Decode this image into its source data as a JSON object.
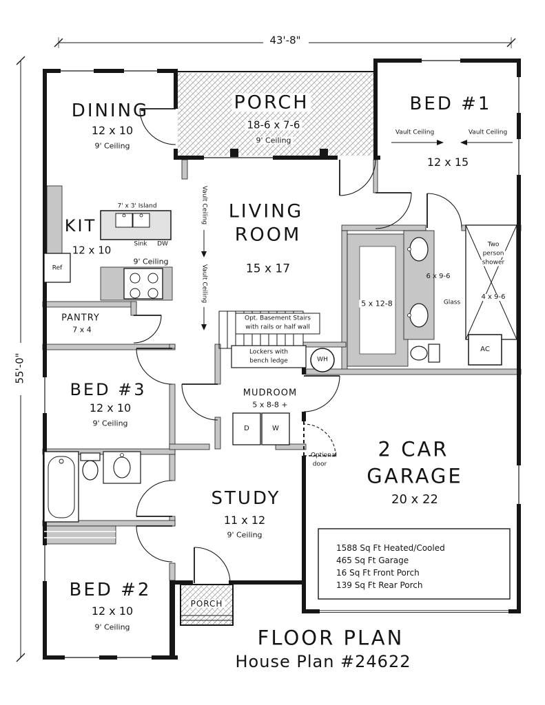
{
  "dimensions": {
    "overall_width": "43'-8\"",
    "overall_height": "55'-0\""
  },
  "title": {
    "line1": "FLOOR PLAN",
    "line2": "House Plan #24622"
  },
  "rooms": {
    "dining": {
      "name": "DINING",
      "size": "12 x 10",
      "ceiling": "9' Ceiling"
    },
    "rear_porch": {
      "name": "PORCH",
      "size": "18-6 x 7-6",
      "ceiling": "9' Ceiling"
    },
    "bed1": {
      "name": "BED #1",
      "size": "12 x 15",
      "vault_left": "Vault Ceiling",
      "vault_right": "Vault Ceiling"
    },
    "kitchen": {
      "name": "KIT",
      "size": "12 x 10",
      "ceiling": "9' Ceiling",
      "island": "7' x 3' Island",
      "sink": "Sink",
      "dishwasher": "DW",
      "fridge": "Ref"
    },
    "living": {
      "name_line1": "LIVING",
      "name_line2": "ROOM",
      "size": "15 x 17",
      "vault1": "Vault Ceiling",
      "vault2": "Vault Ceiling"
    },
    "pantry": {
      "name": "PANTRY",
      "size": "7 x 4"
    },
    "stairs": {
      "line1": "Opt. Basement Stairs",
      "line2": "with rails or half wall"
    },
    "master_bath": {
      "closet_size": "5 x 12-8",
      "bath_size": "6 x 9-6",
      "shower_size": "4 x 9-6",
      "shower_line1": "Two",
      "shower_line2": "person",
      "shower_line3": "shower",
      "glass": "Glass"
    },
    "utility": {
      "ac": "AC",
      "water_heater": "WH"
    },
    "bed3": {
      "name": "BED #3",
      "size": "12 x 10",
      "ceiling": "9' Ceiling"
    },
    "mudroom": {
      "name": "MUDROOM",
      "size": "5 x 8-8 +",
      "lockers_line1": "Lockers with",
      "lockers_line2": "bench ledge",
      "dryer": "D",
      "washer": "W"
    },
    "garage": {
      "name_line1": "2 CAR",
      "name_line2": "GARAGE",
      "size": "20 x 22",
      "optional_door_line1": "Optional",
      "optional_door_line2": "door"
    },
    "study": {
      "name": "STUDY",
      "size": "11 x 12",
      "ceiling": "9' Ceiling"
    },
    "bed2": {
      "name": "BED #2",
      "size": "12 x 10",
      "ceiling": "9' Ceiling"
    },
    "front_porch": {
      "name": "PORCH"
    }
  },
  "stats": {
    "line1": "1588 Sq Ft Heated/Cooled",
    "line2": "465 Sq Ft Garage",
    "line3": "16 Sq Ft Front Porch",
    "line4": "139 Sq Ft Rear Porch"
  }
}
